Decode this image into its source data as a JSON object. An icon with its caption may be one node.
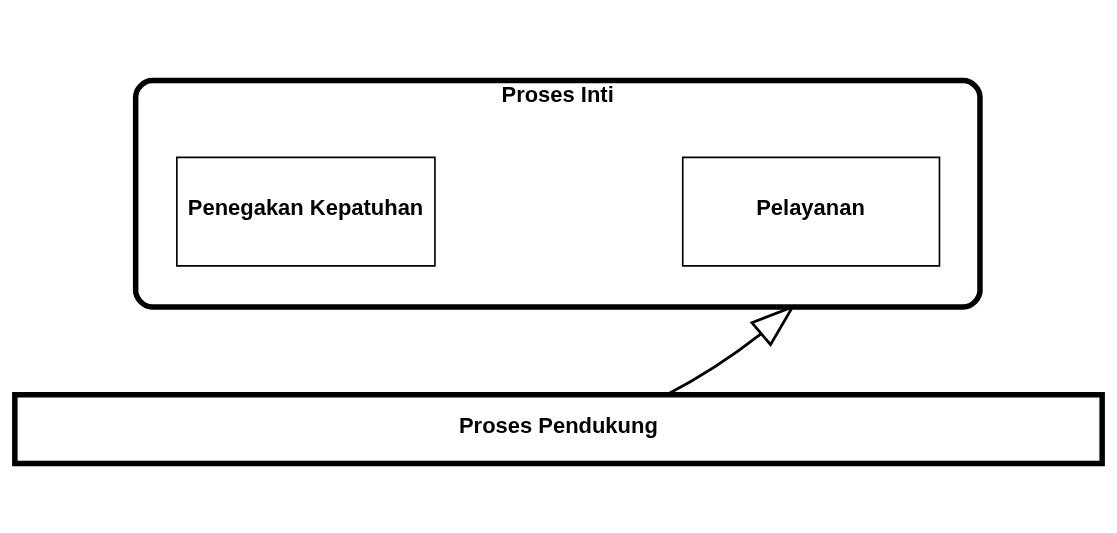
{
  "diagram": {
    "nodes": [
      {
        "text": [
          "Proses Inti"
        ]
      },
      {
        "text": [
          "Pelayanan"
        ],
        "in": 0
      },
      {
        "text": [
          "Penegakan Kepatuhan"
        ],
        "in": 0
      },
      {
        "text": [
          "Proses Pendukung"
        ]
      }
    ],
    "edges": [
      {
        "from": 3,
        "to": 0,
        "arrow": "to"
      }
    ]
  }
}
